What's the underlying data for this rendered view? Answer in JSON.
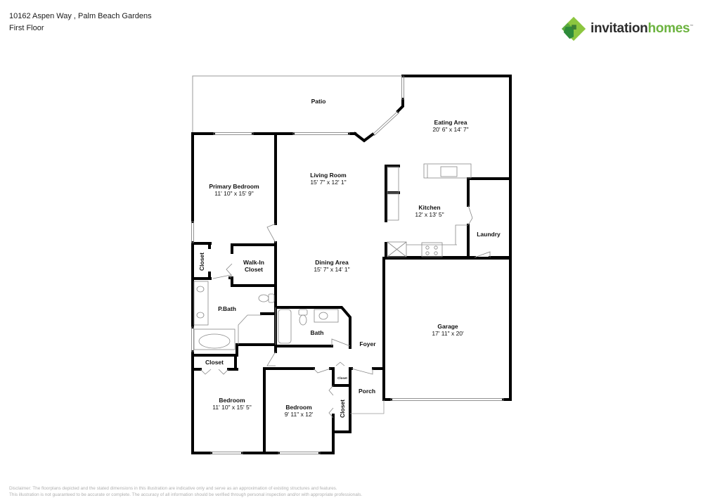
{
  "header": {
    "address": "10162 Aspen Way , Palm Beach Gardens",
    "floor": "First Floor"
  },
  "logo": {
    "word1": "invitation",
    "word2": "homes",
    "trademark": "™",
    "colors": {
      "dark_green": "#2e8b3a",
      "mid_green": "#5aab3c",
      "light_green": "#8cc63f",
      "text_dark": "#2d2d2d",
      "text_green": "#6cb33f"
    }
  },
  "rooms": {
    "patio": {
      "name": "Patio"
    },
    "eating_area": {
      "name": "Eating Area",
      "dims": "20' 6\" x 14' 7\""
    },
    "living_room": {
      "name": "Living Room",
      "dims": "15' 7\" x 12' 1\""
    },
    "primary_bedroom": {
      "name": "Primary Bedroom",
      "dims": "11' 10\" x 15' 9\""
    },
    "kitchen": {
      "name": "Kitchen",
      "dims": "12' x 13' 5\""
    },
    "laundry": {
      "name": "Laundry"
    },
    "closet_primary": {
      "name": "Closet"
    },
    "walk_in_closet_1": {
      "name": "Walk-In"
    },
    "walk_in_closet_2": {
      "name": "Closet"
    },
    "dining_area": {
      "name": "Dining Area",
      "dims": "15' 7\" x 14' 1\""
    },
    "p_bath": {
      "name": "P.Bath"
    },
    "bath": {
      "name": "Bath"
    },
    "foyer": {
      "name": "Foyer"
    },
    "garage": {
      "name": "Garage",
      "dims": "17' 11\" x 20'"
    },
    "closet_bed2": {
      "name": "Closet"
    },
    "bedroom_2": {
      "name": "Bedroom",
      "dims": "11' 10\" x 15' 5\""
    },
    "bedroom_3": {
      "name": "Bedroom",
      "dims": "9' 11\" x 12'"
    },
    "closet_small": {
      "name": "Closet"
    },
    "closet_bed3": {
      "name": "Closet"
    },
    "porch": {
      "name": "Porch"
    }
  },
  "disclaimer": {
    "line1": "Disclaimer: The floorplans depicted and the stated dimensions in this illustration are indicative only and serve as an approximation of existing structures and features.",
    "line2": "This illustration is not guaranteed to be accurate or complete. The accuracy of all information should be verified through personal inspection and/or with appropriate professionals."
  }
}
